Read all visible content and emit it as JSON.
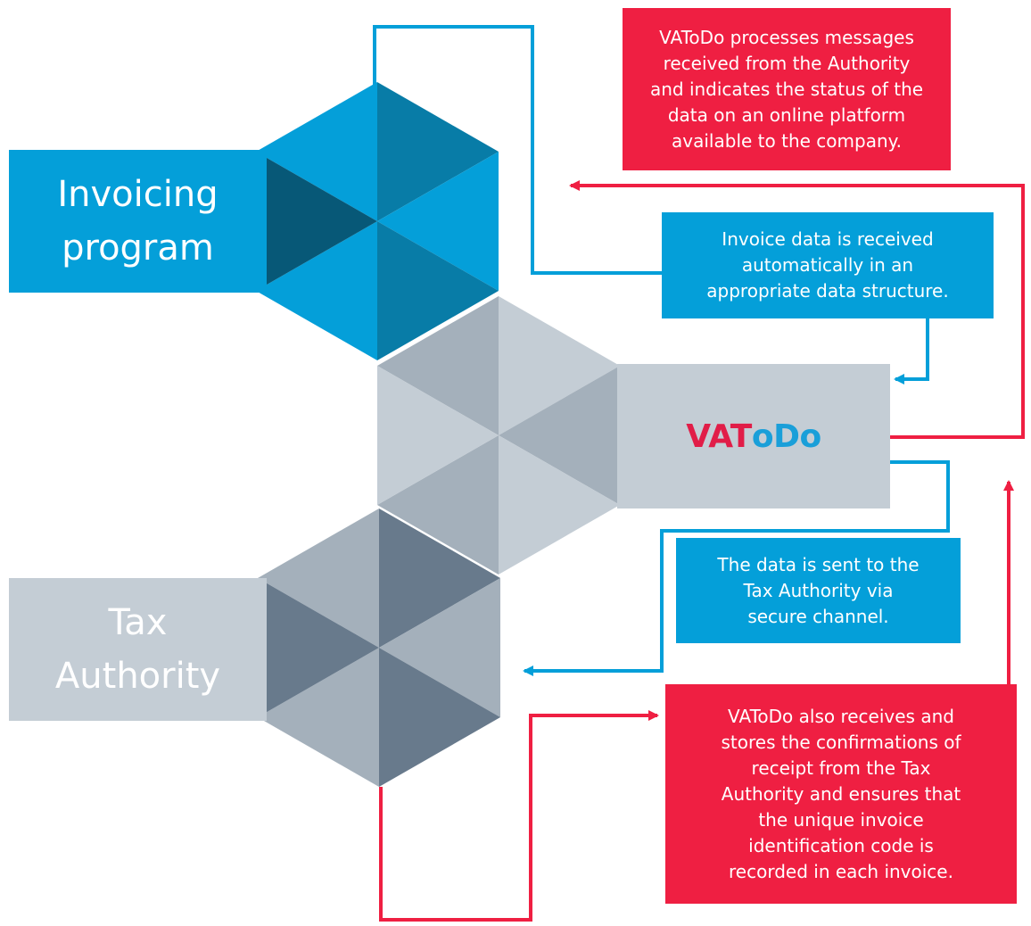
{
  "nodes": {
    "invoicing": {
      "lines": [
        "Invoicing",
        "program"
      ]
    },
    "tax_authority": {
      "lines": [
        "Tax",
        "Authority"
      ]
    },
    "vatodo_logo": {
      "part_red": "VAT",
      "part_blue": "oDo"
    }
  },
  "notes": {
    "top": {
      "lines": [
        "VAToDo processes messages",
        "received from the Authority",
        "and indicates the status of the",
        "data on an online platform",
        "available to the company."
      ]
    },
    "invoice_received": {
      "lines": [
        "Invoice data is received",
        "automatically in an",
        "appropriate data structure."
      ]
    },
    "sent": {
      "lines": [
        "The data is sent to the",
        "Tax Authority via",
        "secure channel."
      ]
    },
    "bottom": {
      "lines": [
        "VAToDo also receives and",
        "stores the confirmations of",
        "receipt from the Tax",
        "Authority and ensures that",
        "the unique invoice",
        "identification code is",
        "recorded in each invoice."
      ]
    }
  },
  "colors": {
    "brand_blue": "#049fd9",
    "brand_red": "#ef1f42",
    "gray_light": "#c4cdd5",
    "gray_mid": "#a4b0bb",
    "gray_dark": "#687a8c",
    "blue_dark": "#087ca7",
    "blue_darkest": "#075877"
  }
}
